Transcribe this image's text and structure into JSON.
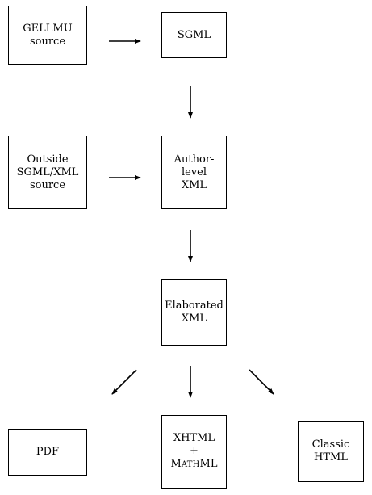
{
  "nodes": {
    "gellmu": {
      "line1": "GELLMU",
      "line2": "source"
    },
    "sgml": {
      "label": "SGML"
    },
    "outside": {
      "line1": "Outside",
      "line2": "SGML/XML",
      "line3": "source"
    },
    "author": {
      "line1": "Author-",
      "line2": "level",
      "line3": "XML"
    },
    "elaborated": {
      "line1": "Elaborated",
      "line2": "XML"
    },
    "pdf": {
      "label": "PDF"
    },
    "xhtml": {
      "line1": "XHTML",
      "line2": "+",
      "line3_cap": "M",
      "line3_small": "ATH",
      "line3_rest": "ML"
    },
    "classic": {
      "line1": "Classic",
      "line2": "HTML"
    }
  }
}
